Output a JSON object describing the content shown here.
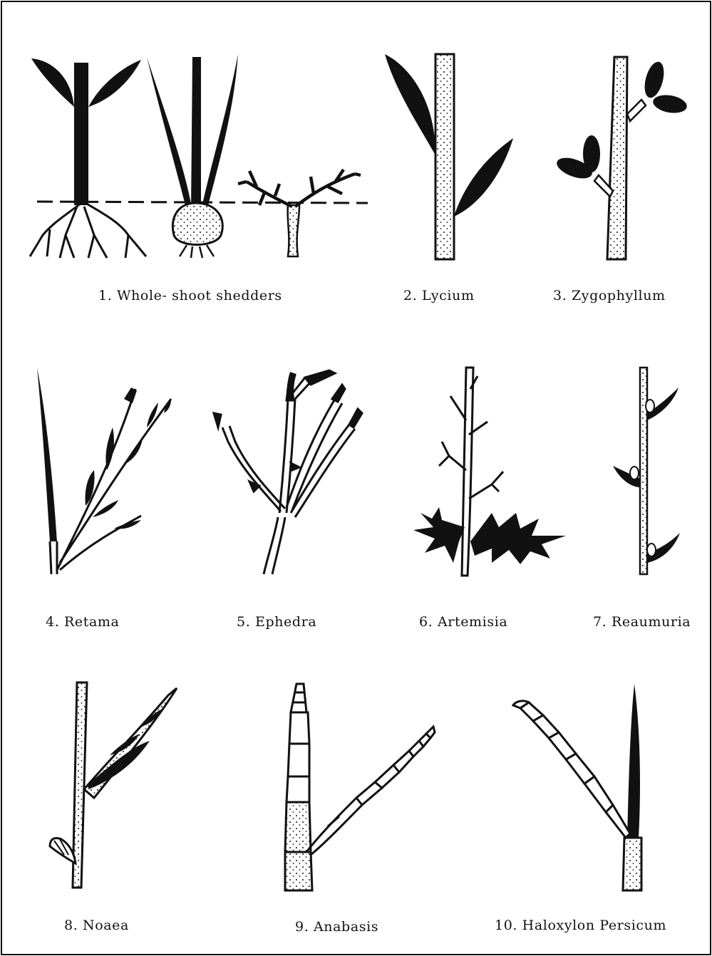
{
  "figure": {
    "panels": [
      {
        "number": "1.",
        "label": "Whole- shoot shedders"
      },
      {
        "number": "2.",
        "label": "Lycium"
      },
      {
        "number": "3.",
        "label": "Zygophyllum"
      },
      {
        "number": "4.",
        "label": "Retama"
      },
      {
        "number": "5.",
        "label": "Ephedra"
      },
      {
        "number": "6.",
        "label": "Artemisia"
      },
      {
        "number": "7.",
        "label": "Reaumuria"
      },
      {
        "number": "8.",
        "label": "Noaea"
      },
      {
        "number": "9.",
        "label": "Anabasis"
      },
      {
        "number": "10.",
        "label": "Haloxylon Persicum"
      }
    ]
  },
  "colors": {
    "ink": "#111111",
    "paper": "#ffffff"
  }
}
